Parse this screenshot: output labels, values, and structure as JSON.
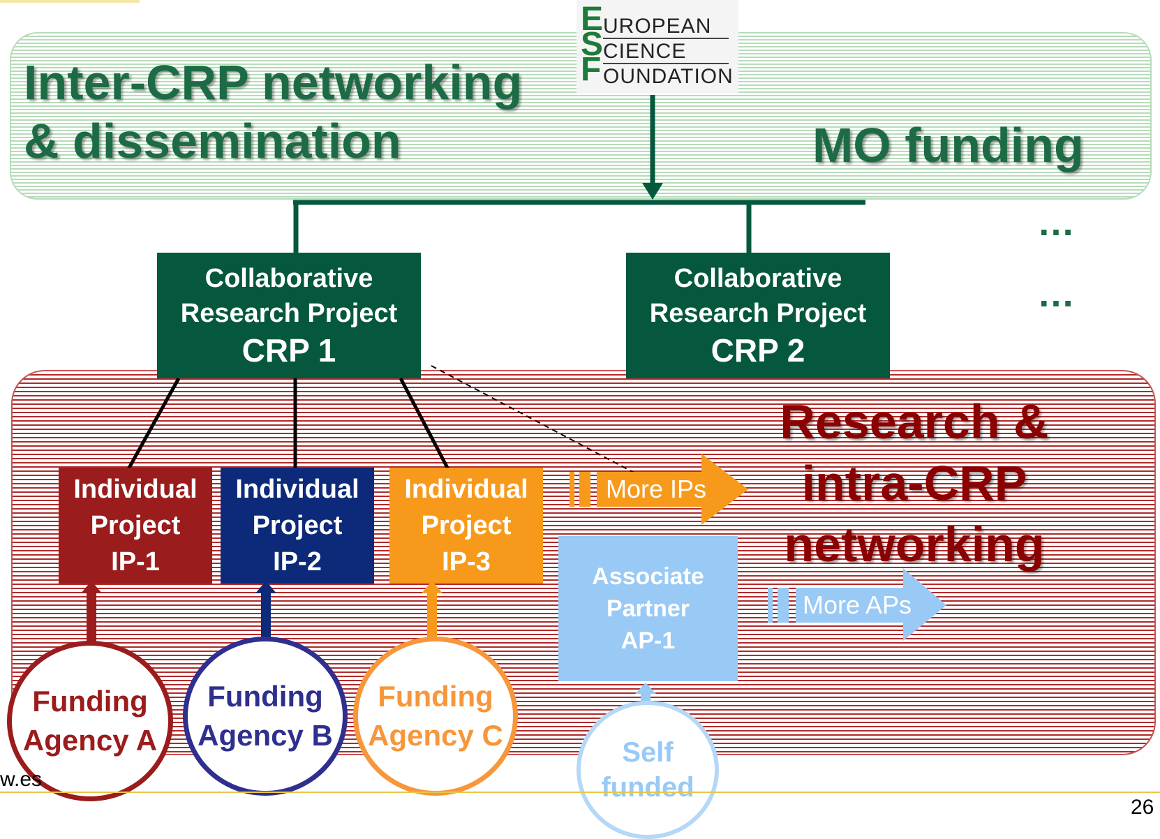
{
  "colors": {
    "green": "#05583e",
    "title_green": "#1d6b45",
    "red": "#8b0000",
    "ip1": "#9b1c1c",
    "ip2": "#0d2a7a",
    "ip3": "#f79a1c",
    "ap": "#99c9f5"
  },
  "logo": {
    "line1": "UROPEAN",
    "line2": "CIENCE",
    "line3": "OUNDATION",
    "letters": [
      "E",
      "S",
      "F"
    ]
  },
  "top_band": {
    "title_line1": "Inter-CRP networking",
    "title_line2": "& dissemination",
    "right_label": "MO funding",
    "dots1": "…",
    "dots2": "…"
  },
  "crp": [
    {
      "line1": "Collaborative",
      "line2": "Research Project",
      "number": "CRP 1"
    },
    {
      "line1": "Collaborative",
      "line2": "Research Project",
      "number": "CRP 2"
    }
  ],
  "research_title": {
    "line1": "Research &",
    "line2": "intra-CRP",
    "line3": "networking"
  },
  "ips": [
    {
      "line1": "Individual",
      "line2": "Project",
      "line3": "IP-1"
    },
    {
      "line1": "Individual",
      "line2": "Project",
      "line3": "IP-2"
    },
    {
      "line1": "Individual",
      "line2": "Project",
      "line3": "IP-3"
    }
  ],
  "more_ips": "More IPs",
  "more_aps": "More APs",
  "associate": {
    "line1": "Associate",
    "line2": "Partner",
    "line3": "AP-1"
  },
  "funding": [
    {
      "line1": "Funding",
      "line2": "Agency A"
    },
    {
      "line1": "Funding",
      "line2": "Agency B"
    },
    {
      "line1": "Funding",
      "line2": "Agency C"
    }
  ],
  "self_funded": {
    "line1": "Self",
    "line2": "funded"
  },
  "footer": {
    "url": "w.es",
    "page_number": "26"
  }
}
